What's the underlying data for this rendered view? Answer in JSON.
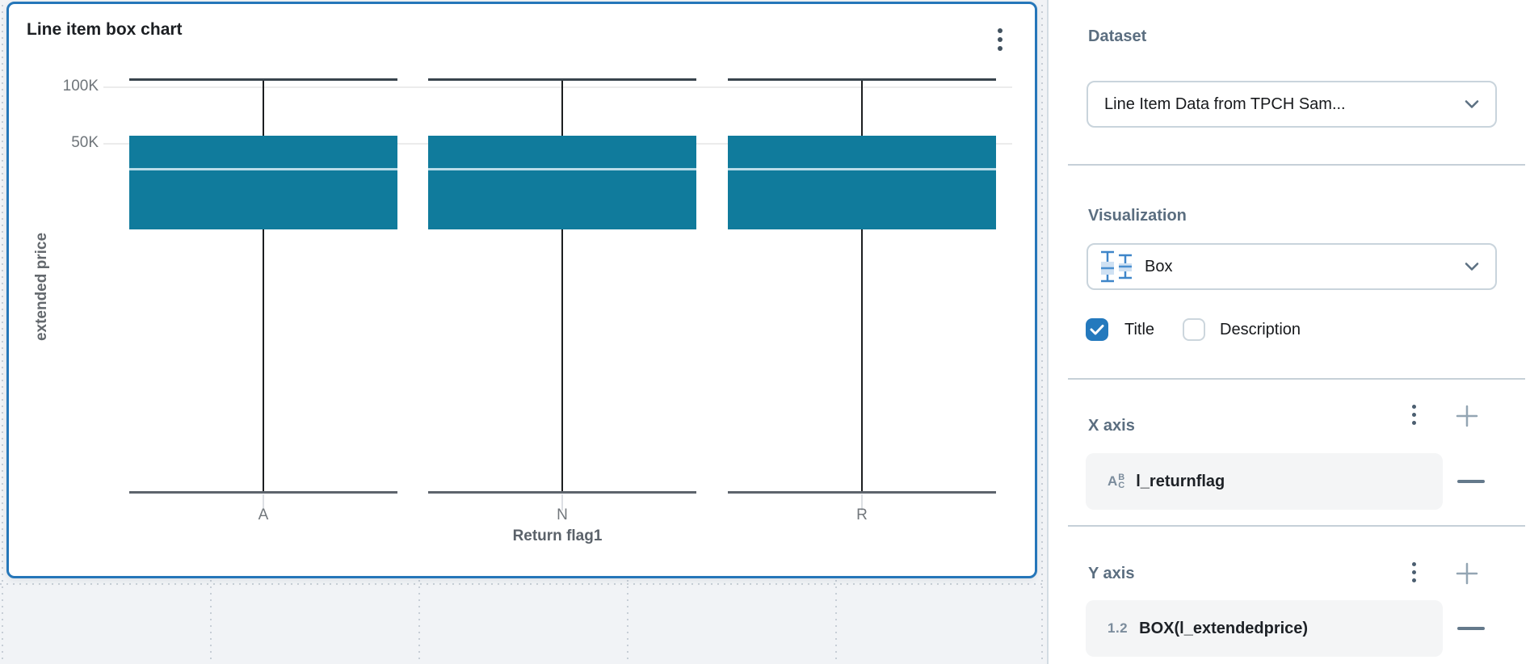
{
  "colors": {
    "card_selected_border": "#2576b9",
    "box_fill": "#107b9c",
    "median_line": "#b9dce8",
    "checkbox_checked": "#2479bd",
    "canvas_background": "#f1f3f6"
  },
  "chart_data": {
    "type": "box",
    "title": "Line item box chart",
    "xlabel": "Return flag1",
    "ylabel": "extended price",
    "categories": [
      "A",
      "N",
      "R"
    ],
    "y_axis": {
      "scale": "log",
      "ticks": [
        {
          "label": "100K",
          "value": 100000
        },
        {
          "label": "50K",
          "value": 50000
        }
      ]
    },
    "series": [
      {
        "category": "A",
        "min": 700,
        "q1": 17500,
        "median": 36500,
        "q3": 55000,
        "max": 110000
      },
      {
        "category": "N",
        "min": 700,
        "q1": 17500,
        "median": 36500,
        "q3": 55000,
        "max": 110000
      },
      {
        "category": "R",
        "min": 700,
        "q1": 17500,
        "median": 36500,
        "q3": 55000,
        "max": 110000
      }
    ],
    "box_color": "#107b9c",
    "median_color": "#b9dce8",
    "legend": "none",
    "grid": "horizontal"
  },
  "card": {
    "menu_icon": "kebab-menu-icon"
  },
  "panel": {
    "dataset": {
      "label": "Dataset",
      "selected": "Line Item Data from TPCH Sam...",
      "chevron_icon": "chevron-down-icon"
    },
    "visualization": {
      "label": "Visualization",
      "selected": "Box",
      "icon": "box-plot-icon",
      "chevron_icon": "chevron-down-icon",
      "title_checkbox": {
        "label": "Title",
        "checked": true
      },
      "description_checkbox": {
        "label": "Description",
        "checked": false
      }
    },
    "x_axis": {
      "label": "X axis",
      "menu_icon": "kebab-menu-icon",
      "add_icon": "plus-icon",
      "fields": [
        {
          "name": "l_returnflag",
          "type": "text",
          "type_icon": "text-type-icon",
          "remove_icon": "minus-icon"
        }
      ]
    },
    "y_axis": {
      "label": "Y axis",
      "menu_icon": "kebab-menu-icon",
      "add_icon": "plus-icon",
      "fields": [
        {
          "name": "BOX(l_extendedprice)",
          "type": "number",
          "type_icon": "number-type-icon",
          "remove_icon": "minus-icon"
        }
      ]
    }
  }
}
